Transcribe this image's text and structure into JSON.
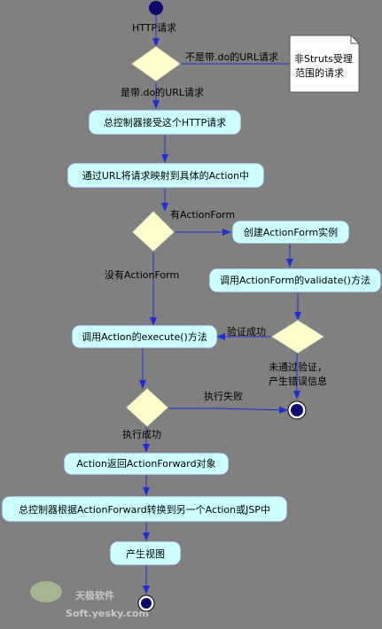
{
  "nodes": {
    "n_accept": "总控制器接受这个HTTP请求",
    "n_map": "通过URL将请求映射到具体的Action中",
    "n_create_form": "创建ActionForm实例",
    "n_validate": "调用ActionForm的validate()方法",
    "n_execute": "调用Action的execute()方法",
    "n_return_forward": "Action返回ActionForward对象",
    "n_forward": "总控制器根据ActionForward转换到另一个Action或JSP中",
    "n_view": "产生视图"
  },
  "note": {
    "line1": "非Struts受理",
    "line2": "范围的请求"
  },
  "labels": {
    "http_request": "HTTP请求",
    "not_do_url": "不是带.do的URL请求",
    "is_do_url": "是带.do的URL请求",
    "has_form": "有ActionForm",
    "no_form": "没有ActionForm",
    "validate_ok": "验证成功",
    "validate_fail_1": "未通过验证，",
    "validate_fail_2": "产生错误信息",
    "exec_fail": "执行失败",
    "exec_ok": "执行成功"
  },
  "watermark": {
    "cn": "天极软件",
    "en": "Soft.yesky.com"
  },
  "colors": {
    "background": "#808080",
    "activity_fill": "#ccffff",
    "decision_fill": "#ffffcc",
    "edge": "#1f2fd0",
    "node_start": "#0a0a6e"
  }
}
